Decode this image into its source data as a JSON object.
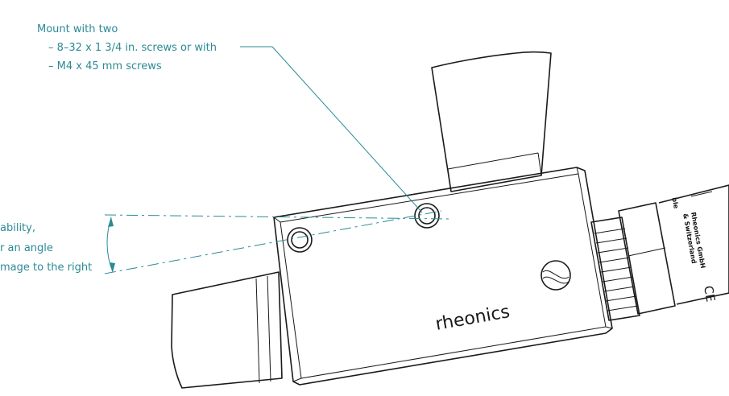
{
  "annotations": {
    "mount": {
      "line1": "Mount with two",
      "line2": "– 8–32 x 1 3/4 in. screws or with",
      "line3": "– M4 x 45 mm screws"
    },
    "angle": {
      "line1": "ability,",
      "line2": "r an angle",
      "line3": "mage to the right"
    }
  },
  "device": {
    "brand": "rheonics",
    "label_line1": "Rheonics GmbH",
    "label_line2": "& Switzerland",
    "label_line3": "ble",
    "ce_mark": "CE"
  },
  "colors": {
    "annotation": "#2a8a96",
    "outline": "#1a1a1a"
  }
}
